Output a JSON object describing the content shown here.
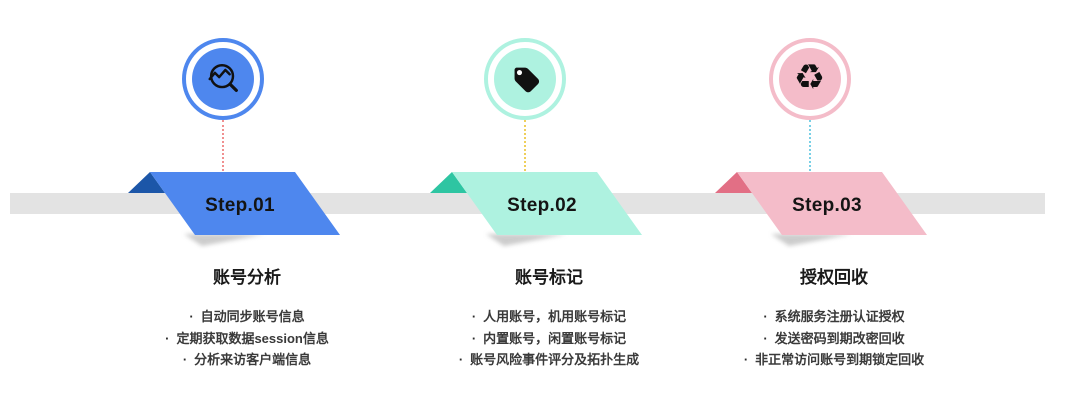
{
  "diagram": {
    "type": "process-steps",
    "background": "#ffffff",
    "timeline_bar_color": "#e3e3e3",
    "text_color": "#1a1a1a",
    "icon_color": "#111111"
  },
  "steps": [
    {
      "label": "Step.01",
      "title": "账号分析",
      "bullets": [
        "自动同步账号信息",
        "定期获取数据session信息",
        "分析来访客户端信息"
      ],
      "icon": "trend-search-icon",
      "colors": {
        "main": "#4e87ee",
        "fold": "#1c56a8",
        "connector": "#f09090"
      }
    },
    {
      "label": "Step.02",
      "title": "账号标记",
      "bullets": [
        "人用账号，机用账号标记",
        "内置账号，闲置账号标记",
        "账号风险事件评分及拓扑生成"
      ],
      "icon": "tag-icon",
      "colors": {
        "main": "#aef2e0",
        "fold": "#2ec5a2",
        "connector": "#efcf5b"
      }
    },
    {
      "label": "Step.03",
      "title": "授权回收",
      "bullets": [
        "系统服务注册认证授权",
        "发送密码到期改密回收",
        "非正常访问账号到期锁定回收"
      ],
      "icon": "recycle-icon",
      "icon_glyph": "♻",
      "colors": {
        "main": "#f4bcc9",
        "fold": "#e26f85",
        "connector": "#79d0e6"
      }
    }
  ]
}
